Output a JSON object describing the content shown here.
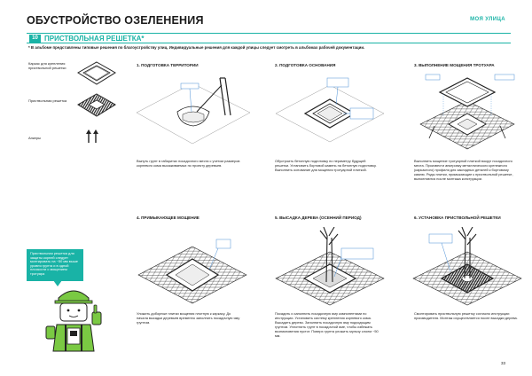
{
  "header": {
    "title": "ОБУСТРОЙСТВО ОЗЕЛЕНЕНИЯ",
    "brand": "МОЯ УЛИЦА"
  },
  "section": {
    "number": "10",
    "title": "ПРИСТВОЛЬНАЯ РЕШЕТКА*",
    "note": "* В альбоме представлены типовые решения по благоустройству улиц. Индивидуальные решения для каждой улицы следует смотреть в альбомах рабочей документации."
  },
  "legend": [
    {
      "label": "Каркас для крепления приствольной решетки",
      "icon": "frame-icon"
    },
    {
      "label": "Приствольная решетка",
      "icon": "grate-icon"
    },
    {
      "label": "Анкеры",
      "icon": "anchor-icon"
    }
  ],
  "steps": [
    {
      "title": "1. ПОДГОТОВКА ТЕРРИТОРИИ",
      "text": "Вынуть грунт в габаритах посадочного места с учетом размеров корневого кома высаживаемых по проекту деревьев."
    },
    {
      "title": "2. ПОДГОТОВКА ОСНОВАНИЯ",
      "text": "Обустроить бетонную подготовку по периметру будущей решетки. Установить бортовой камень на бетонную подготовку. Выполнить основание для мощения тротуарной плиткой."
    },
    {
      "title": "3. ВЫПОЛНЕНИЕ МОЩЕНИЯ ТРОТУАРА",
      "text": "Выполнить мощение тротуарной плиткой вокруг посадочного места. Произвести анкеровку металлического крепежного (каркасного) профиля для закладных деталей к бортовому камню. Ряды плитки, примыкающие к приствольной решетке, выполняются после монтажа конструкции."
    },
    {
      "title": "4. ПРИМЫКАЮЩЕЕ МОЩЕНИЕ",
      "text": "Уложить доборные плитки мощения плотную к каркасу. До начала высадки деревьев временно заполнить посадочную яму грунтом."
    },
    {
      "title": "5. ВЫСАДКА ДЕРЕВА (ОСЕННИЙ ПЕРИОД)",
      "text": "Посадить и заполнить посадочную яму компонентами по инструкции. Установить систему крепления корневого кома. Высадить дерево. Заполнить посадочную яму подходящим грунтом. Уплотнить грунт в посадочной яме, чтобы избежать возникновения пустот. Поверх грунта уложить мульчу слоем ~50 мм."
    },
    {
      "title": "6. УСТАНОВКА ПРИСТВОЛЬНОЙ РЕШЕТКИ",
      "text": "Смонтировать приствольную решетку согласно инструкции производителя. Монтаж осуществляется после высадки дерева."
    }
  ],
  "callout": "Приствольная решетка для защиты корней следует монтировать на ~50 мм выше уровня грунта и в одной плоскости с мощением тротуара",
  "page_number": "33",
  "colors": {
    "accent": "#19b3a6",
    "annotation": "#4a8fd6"
  }
}
